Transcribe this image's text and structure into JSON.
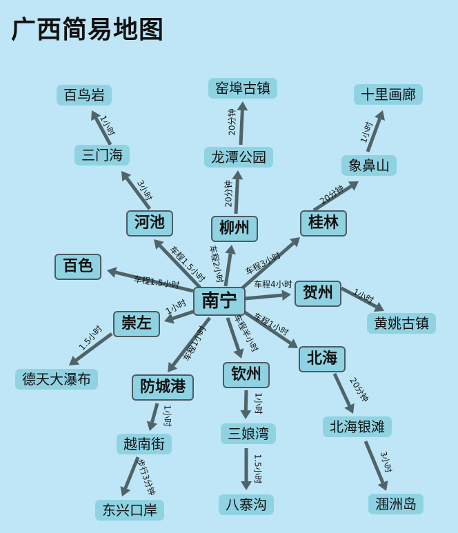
{
  "title": "广西简易地图",
  "colors": {
    "background": "#bfe6f6",
    "node_fill": "#8fd3e3",
    "arrow": "#4f6469"
  },
  "nodes": {
    "nanning": "南宁",
    "hechi": "河池",
    "liuzhou": "柳州",
    "guilin": "桂林",
    "baise": "百色",
    "hezhou": "贺州",
    "chongzuo": "崇左",
    "beihai": "北海",
    "fangchenggang": "防城港",
    "qinzhou": "钦州",
    "sanmenhai": "三门海",
    "bainiaoyan": "百鸟岩",
    "longtan": "龙潭公园",
    "yaobu": "窑埠古镇",
    "xiangbishan": "象鼻山",
    "shilihualang": "十里画廊",
    "huangyao": "黄姚古镇",
    "detian": "德天大瀑布",
    "yuenanjie": "越南街",
    "dongxing": "东兴口岸",
    "sanniangwan": "三娘湾",
    "bazhaigou": "八寨沟",
    "yintan": "北海银滩",
    "weizhou": "涠洲岛"
  },
  "edges": {
    "nn_hechi": "车程1.5小时",
    "nn_liuzhou": "车程2小时",
    "nn_guilin": "车程3小时",
    "nn_baise": "车程1.5小时",
    "nn_hezhou": "车程4小时",
    "nn_chongzuo": "1小时",
    "nn_beihai": "车程1小时",
    "nn_fcg": "车程1小时",
    "nn_qinzhou": "车程半小时",
    "hechi_smh": "3小时",
    "smh_bny": "1小时",
    "lz_lt": "20分钟",
    "lt_yb": "20分钟",
    "gl_xbs": "20分钟",
    "xbs_slhl": "1小时",
    "hz_hy": "1小时",
    "cz_dt": "1.5小时",
    "fcg_ynj": "1小时",
    "ynj_dx": "步行3分钟",
    "qz_snw": "1小时",
    "snw_bzg": "1.5小时",
    "bh_yt": "20分钟",
    "yt_wz": "3小时"
  }
}
